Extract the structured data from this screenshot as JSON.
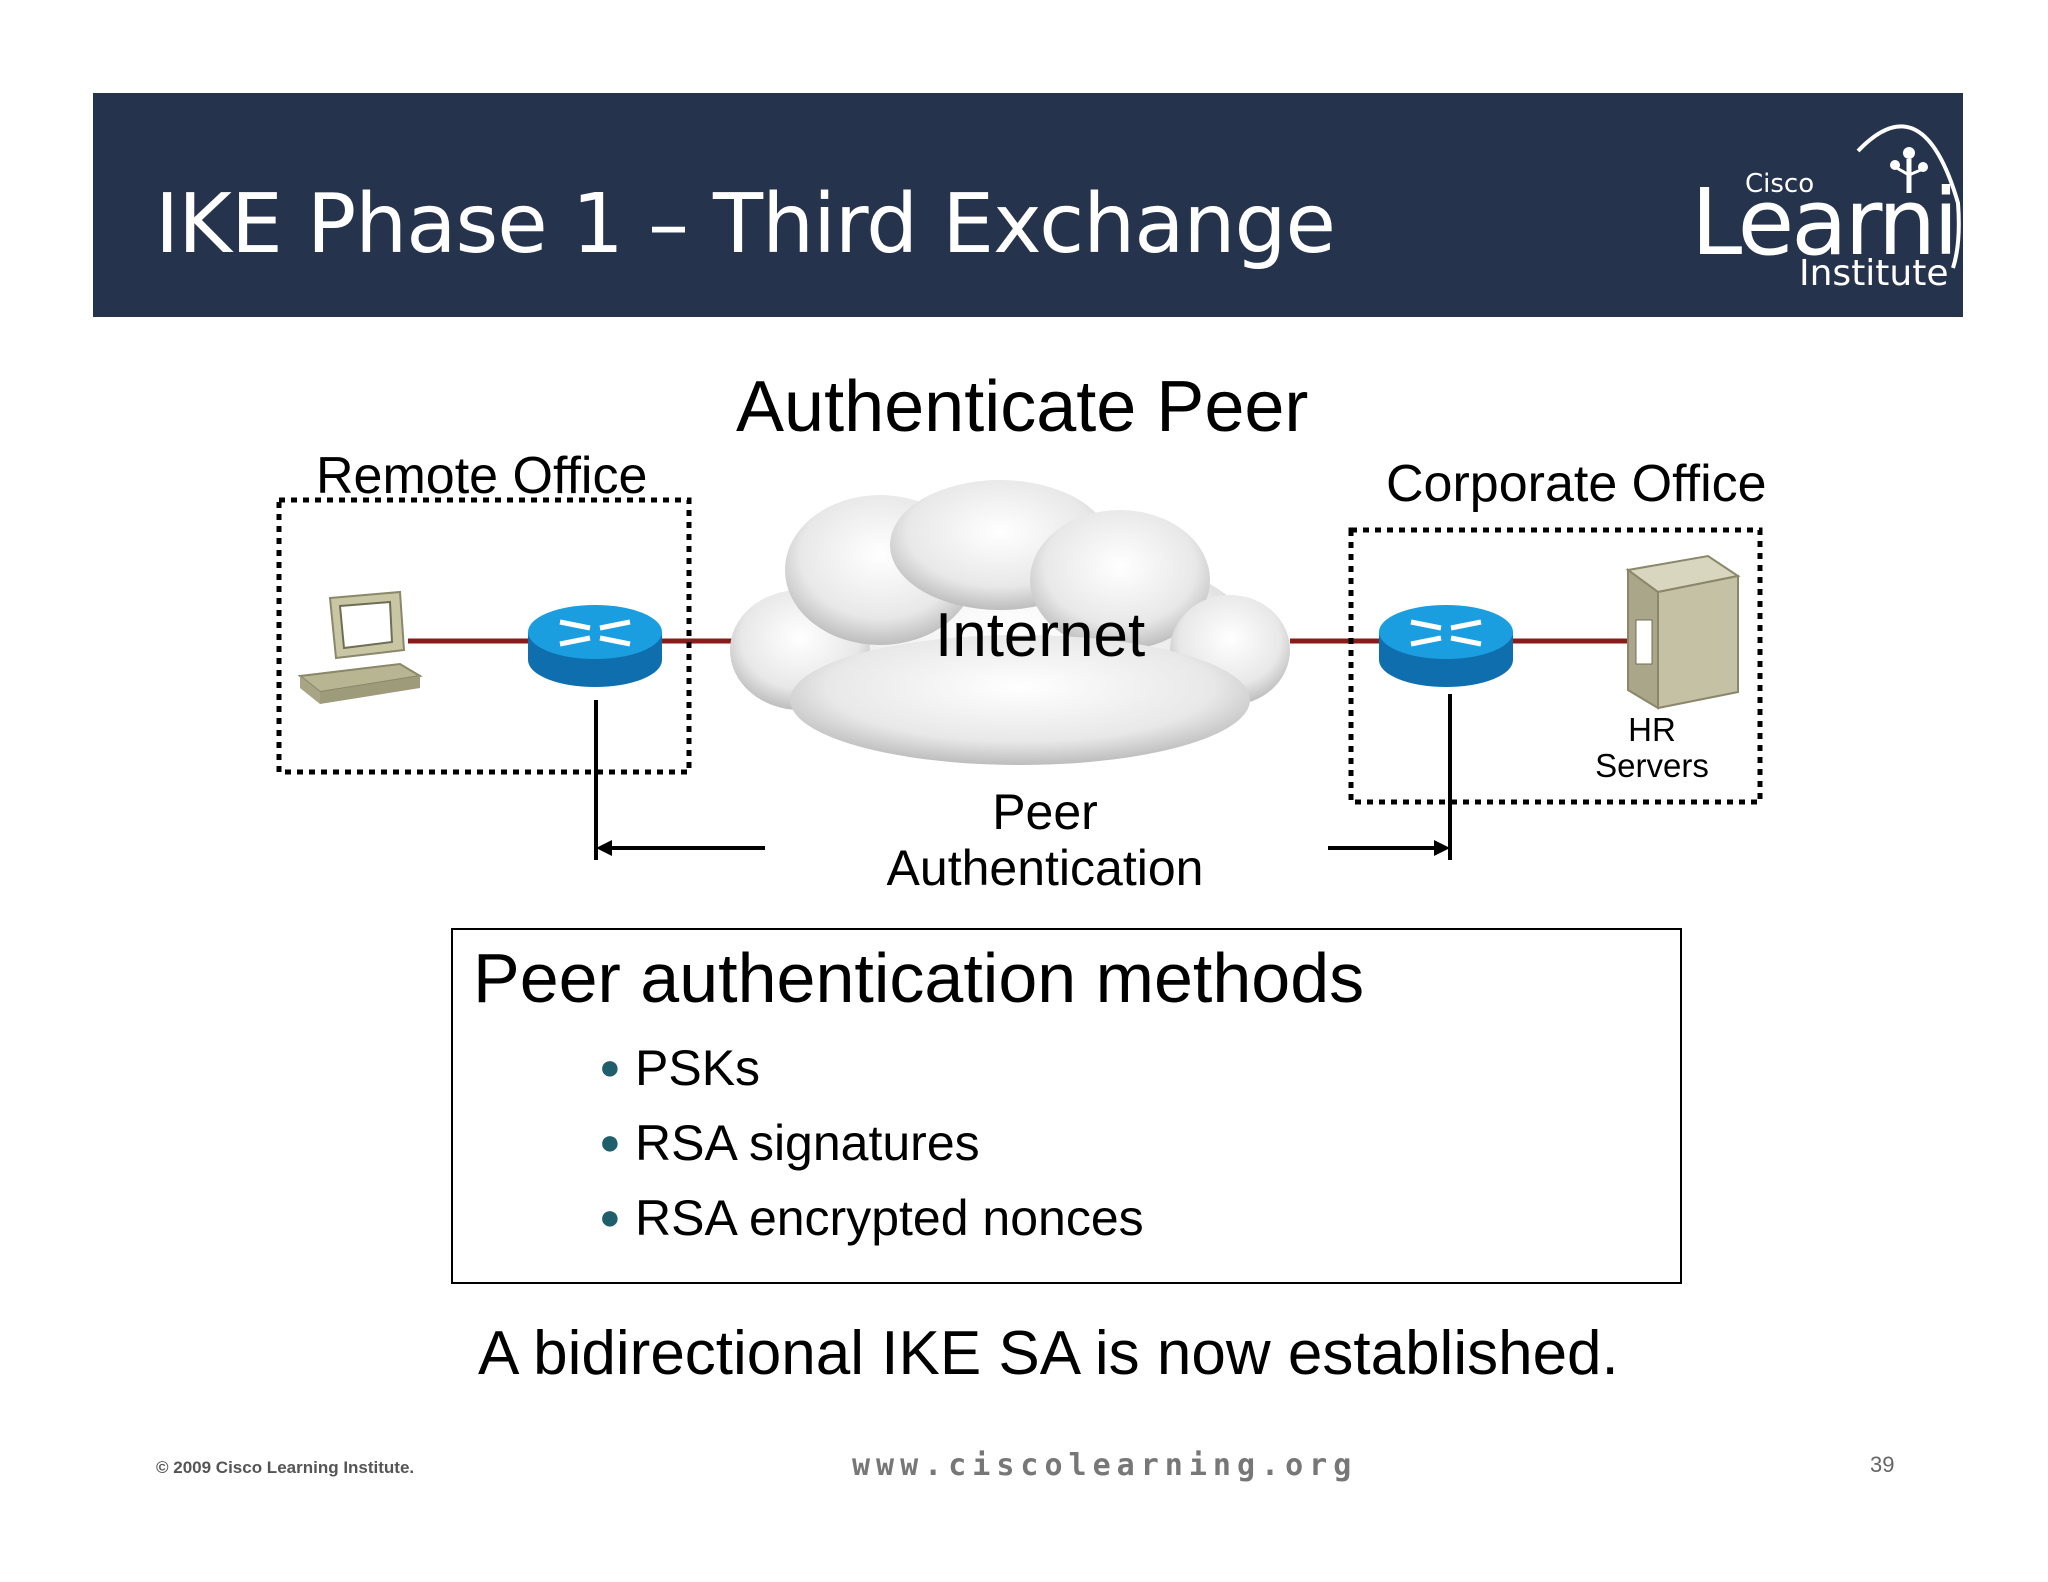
{
  "slide": {
    "title": "IKE Phase 1 – Third Exchange",
    "logo": {
      "small": "Cisco",
      "big": "Learning",
      "sub": "Institute"
    },
    "diagram": {
      "heading": "Authenticate Peer",
      "remote_office": "Remote Office",
      "corporate_office": "Corporate Office",
      "cloud_label": "Internet",
      "server_label_line1": "HR",
      "server_label_line2": "Servers",
      "exchange_line1": "Peer",
      "exchange_line2": "Authentication"
    },
    "methods": {
      "title": "Peer authentication methods",
      "items": [
        "PSKs",
        "RSA signatures",
        "RSA encrypted nonces"
      ]
    },
    "statement": "A bidirectional IKE SA is now established.",
    "footer": {
      "copyright": "© 2009 Cisco Learning Institute.",
      "website": "www.ciscolearning.org",
      "page_number": "39"
    },
    "colors": {
      "banner": "#26334d",
      "link": "#8b1a1a",
      "router": "#1a8fd0",
      "bullet": "#1f5f6b"
    }
  }
}
